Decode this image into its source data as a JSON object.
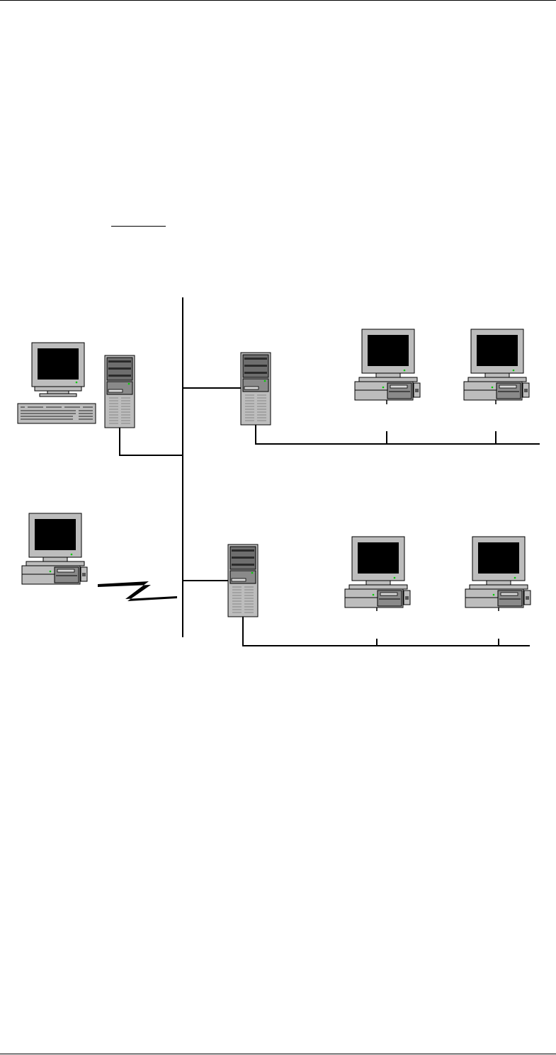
{
  "colors": {
    "line": "#000000",
    "case": "#bdbdbd",
    "case_dark": "#6e6e6e",
    "screen": "#000000",
    "led": "#00cc00"
  },
  "nodes": [
    {
      "name": "admin-workstation-icon",
      "kind": "workstation"
    },
    {
      "name": "primary-server-icon",
      "kind": "tower-server"
    },
    {
      "name": "remote-workstation-icon",
      "kind": "desktop-pc"
    },
    {
      "name": "wan-link-icon",
      "kind": "lightning-link"
    },
    {
      "name": "branch-server-1-icon",
      "kind": "tower-server"
    },
    {
      "name": "branch-server-2-icon",
      "kind": "tower-server"
    },
    {
      "name": "client-pc-1a-icon",
      "kind": "desktop-pc"
    },
    {
      "name": "client-pc-1b-icon",
      "kind": "desktop-pc"
    },
    {
      "name": "client-pc-2a-icon",
      "kind": "desktop-pc"
    },
    {
      "name": "client-pc-2b-icon",
      "kind": "desktop-pc"
    }
  ]
}
